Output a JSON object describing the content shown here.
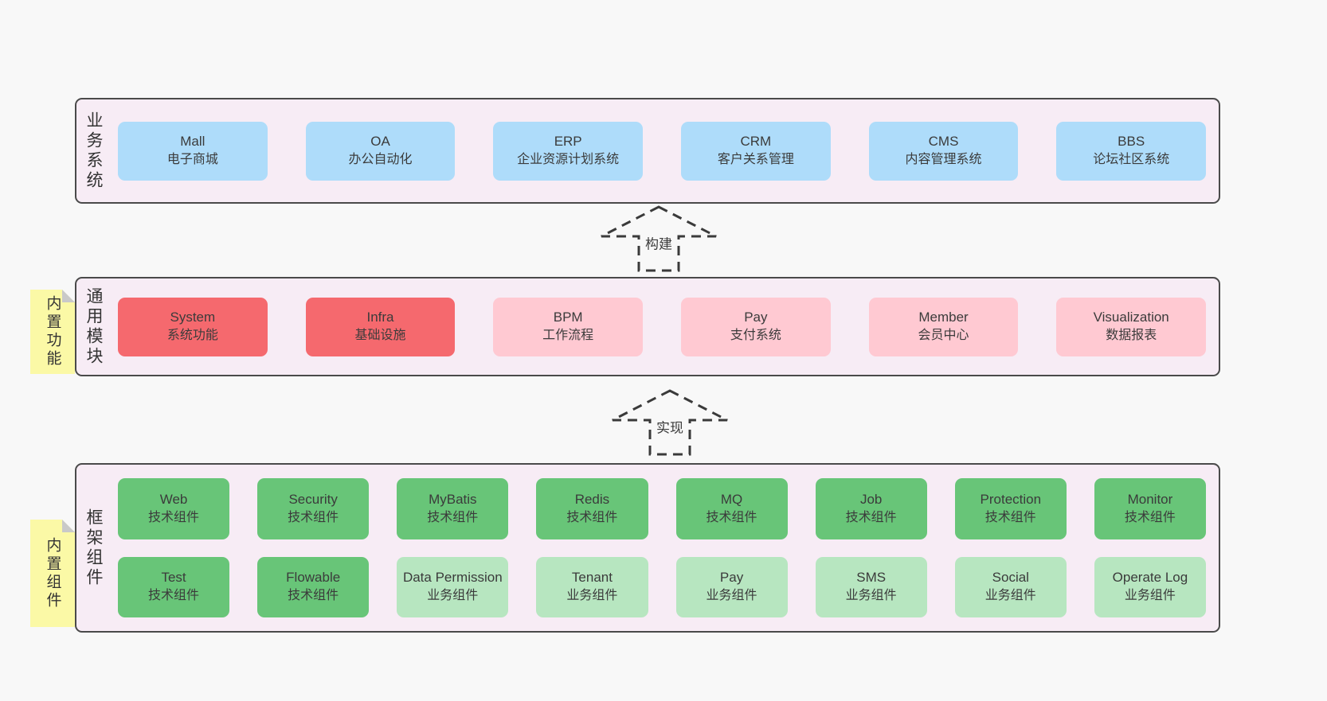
{
  "page": {
    "background": "#f8f8f8"
  },
  "colors": {
    "container_fill": "#f7ecf5",
    "container_border": "#4a4a4a",
    "blue_box": "#aedcfa",
    "red_box": "#f5696e",
    "pink_box": "#ffc9d2",
    "green_box": "#68c578",
    "light_green_box": "#b7e6c0",
    "sticky_yellow": "#fbf9a6",
    "sticky_fold_gray": "#c9c9c9",
    "text": "#3b3b3b"
  },
  "layers": {
    "business": {
      "title": "业务系统",
      "boxes": [
        {
          "name": "Mall",
          "desc": "电子商城"
        },
        {
          "name": "OA",
          "desc": "办公自动化"
        },
        {
          "name": "ERP",
          "desc": "企业资源计划系统"
        },
        {
          "name": "CRM",
          "desc": "客户关系管理"
        },
        {
          "name": "CMS",
          "desc": "内容管理系统"
        },
        {
          "name": "BBS",
          "desc": "论坛社区系统"
        }
      ]
    },
    "modules": {
      "title": "通用模块",
      "sticky": "内置功能",
      "boxes": [
        {
          "name": "System",
          "desc": "系统功能"
        },
        {
          "name": "Infra",
          "desc": "基础设施"
        },
        {
          "name": "BPM",
          "desc": "工作流程"
        },
        {
          "name": "Pay",
          "desc": "支付系统"
        },
        {
          "name": "Member",
          "desc": "会员中心"
        },
        {
          "name": "Visualization",
          "desc": "数据报表"
        }
      ]
    },
    "components": {
      "title": "框架组件",
      "sticky": "内置组件",
      "rows": [
        [
          {
            "name": "Web",
            "desc": "技术组件"
          },
          {
            "name": "Security",
            "desc": "技术组件"
          },
          {
            "name": "MyBatis",
            "desc": "技术组件"
          },
          {
            "name": "Redis",
            "desc": "技术组件"
          },
          {
            "name": "MQ",
            "desc": "技术组件"
          },
          {
            "name": "Job",
            "desc": "技术组件"
          },
          {
            "name": "Protection",
            "desc": "技术组件"
          },
          {
            "name": "Monitor",
            "desc": "技术组件"
          }
        ],
        [
          {
            "name": "Test",
            "desc": "技术组件"
          },
          {
            "name": "Flowable",
            "desc": "技术组件"
          },
          {
            "name": "Data Permission",
            "desc": "业务组件"
          },
          {
            "name": "Tenant",
            "desc": "业务组件"
          },
          {
            "name": "Pay",
            "desc": "业务组件"
          },
          {
            "name": "SMS",
            "desc": "业务组件"
          },
          {
            "name": "Social",
            "desc": "业务组件"
          },
          {
            "name": "Operate Log",
            "desc": "业务组件"
          }
        ]
      ]
    }
  },
  "arrows": {
    "build": "构建",
    "implement": "实现"
  }
}
